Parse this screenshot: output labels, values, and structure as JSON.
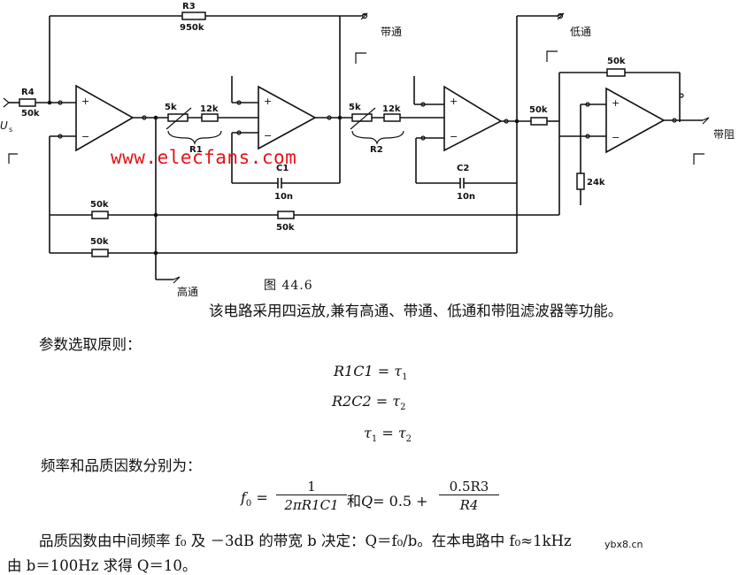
{
  "circuit": {
    "input_label": "U",
    "input_sub": "s",
    "r4_name": "R4",
    "r4_value": "50k",
    "r3_name": "R3",
    "r3_value": "950k",
    "pot1_value": "5k",
    "res1_value": "12k",
    "r1_name": "R1",
    "pot2_value": "5k",
    "res2_value": "12k",
    "r2_name": "R2",
    "c1_name": "C1",
    "c1_value": "10n",
    "c2_name": "C2",
    "c2_value": "10n",
    "out_res_value": "50k",
    "fb_res_value": "50k",
    "gnd_res_value": "24k",
    "bus_res1_value": "50k",
    "bus_res2_value": "50k",
    "bus_res3_value": "50k",
    "out_bandpass": "带通",
    "out_lowpass": "低通",
    "out_bandstop": "带阻",
    "out_highpass": "高通"
  },
  "watermark": "www.elecfans.com",
  "figure_caption": "图 44.6",
  "description": "该电路采用四运放,兼有高通、带通、低通和带阻滤波器等功能。",
  "params_title": "参数选取原则：",
  "equations": {
    "eq1_lhs": "R1C1",
    "eq1_rhs": "τ",
    "eq1_sub": "1",
    "eq2_lhs": "R2C2",
    "eq2_rhs": "τ",
    "eq2_sub": "2",
    "eq3_a": "τ",
    "eq3_a_sub": "1",
    "eq3_b": "τ",
    "eq3_b_sub": "2"
  },
  "freq_title": "频率和品质因数分别为：",
  "formula": {
    "f0": "f",
    "f0_sub": "0",
    "frac1_num": "1",
    "frac1_den": "2πR1C1",
    "and_text": "和",
    "q_text": "Q",
    "q_const": "= 0.5 +",
    "frac2_num": "0.5R3",
    "frac2_den": "R4"
  },
  "text_line1": "品质因数由中间频率 f₀ 及 －3dB 的带宽 b 决定：Q＝f₀/b。在本电路中 f₀≈1kHz",
  "text_line2": "由 b＝100Hz 求得 Q＝10。",
  "corner_mark": "ybx8.cn"
}
